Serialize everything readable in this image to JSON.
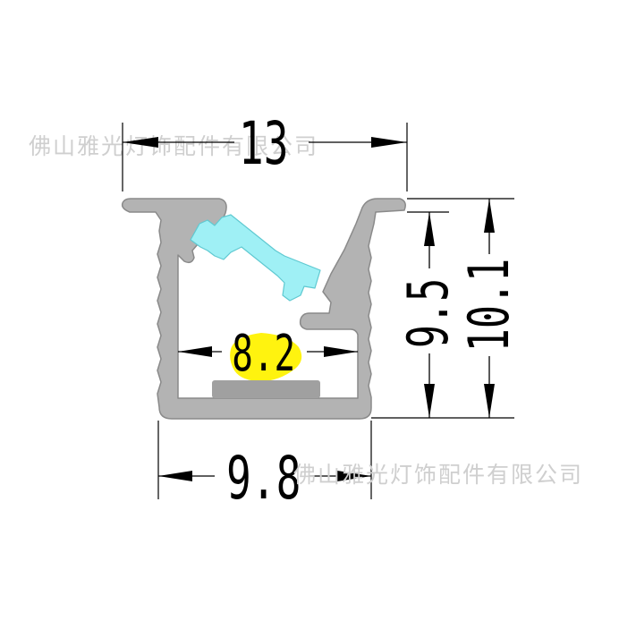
{
  "dimensions": {
    "top_width": "13",
    "inner_width": "8.2",
    "bottom_width": "9.8",
    "inner_height": "9.5",
    "total_height": "10.1"
  },
  "watermark": {
    "text_top": "佛山雅光灯饰配件有限公司",
    "text_bottom": "佛山雅光灯饰配件有限公司"
  },
  "colors": {
    "profile": "#b3b3b3",
    "profile_stroke": "#8a8a8a",
    "diffuser_cover": "#9ff0f5",
    "led_light": "#fff30f",
    "led_strip": "#a0a0a0",
    "watermark": "#cfcfcf",
    "dimension_line": "#000000"
  }
}
